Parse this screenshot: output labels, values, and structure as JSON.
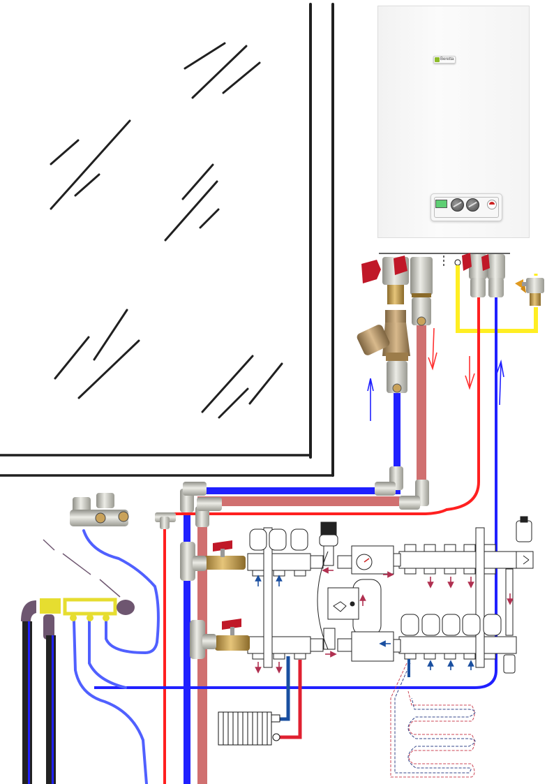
{
  "diagram": {
    "title": "",
    "boiler": {
      "brand": "Beretta",
      "components": [
        "display",
        "temperature-knob",
        "dhw-knob",
        "pressure-gauge"
      ]
    },
    "colors": {
      "hot_supply": "#ff2020",
      "hot_return_pale": "#d07070",
      "cold_return": "#2020ff",
      "cold_light": "#5060ff",
      "gas": "#ffee22",
      "wall": "#202020",
      "manifold_blue": "#1a4fa0",
      "fitting": "#c8c8c0",
      "brass": "#c9a25a",
      "valve_handle": "#c01828",
      "gas_handle": "#e09a20"
    },
    "flows": [
      {
        "id": "boiler-supply",
        "direction": "down",
        "color": "hot_supply"
      },
      {
        "id": "boiler-return",
        "direction": "up",
        "color": "cold_return"
      },
      {
        "id": "filter-inlet",
        "direction": "up",
        "color": "cold_return"
      },
      {
        "id": "pale-supply",
        "direction": "down",
        "color": "hot_return_pale"
      }
    ],
    "circuits": [
      {
        "id": "radiator-circuit"
      },
      {
        "id": "underfloor-loop"
      }
    ]
  }
}
